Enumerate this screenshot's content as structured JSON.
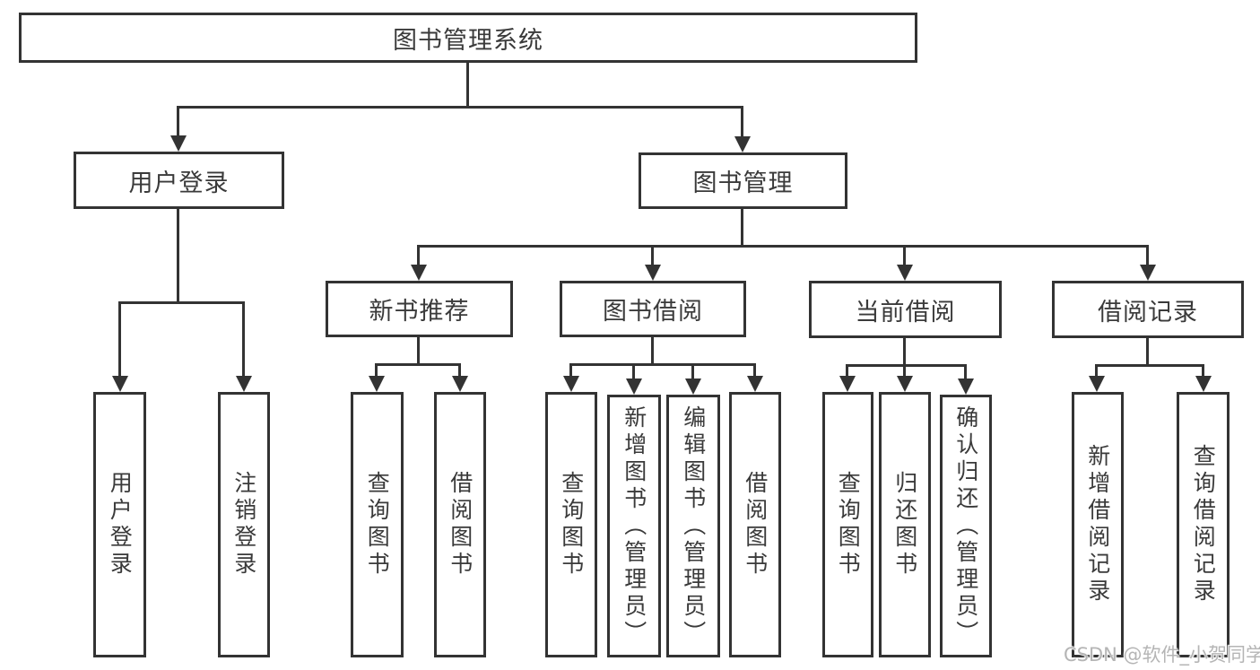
{
  "diagram": {
    "root": {
      "label": "图书管理系统"
    },
    "children": [
      {
        "label": "用户登录",
        "children": [
          {
            "label": "用户登录"
          },
          {
            "label": "注销登录"
          }
        ]
      },
      {
        "label": "图书管理",
        "children": [
          {
            "label": "新书推荐",
            "children": [
              {
                "label": "查询图书"
              },
              {
                "label": "借阅图书"
              }
            ]
          },
          {
            "label": "图书借阅",
            "children": [
              {
                "label": "查询图书"
              },
              {
                "label": "新增图书（管理员）"
              },
              {
                "label": "编辑图书（管理员）"
              },
              {
                "label": "借阅图书"
              }
            ]
          },
          {
            "label": "当前借阅",
            "children": [
              {
                "label": "查询图书"
              },
              {
                "label": "归还图书"
              },
              {
                "label": "确认归还（管理员）"
              }
            ]
          },
          {
            "label": "借阅记录",
            "children": [
              {
                "label": "新增借阅记录"
              },
              {
                "label": "查询借阅记录"
              }
            ]
          }
        ]
      }
    ]
  },
  "watermark": {
    "text": "CSDN @软件_小贺同学"
  },
  "colors": {
    "line": "#333333",
    "box_border": "#333333",
    "text": "#3a3a3a",
    "watermark_text": "#b5b5b5",
    "background": "#ffffff"
  }
}
